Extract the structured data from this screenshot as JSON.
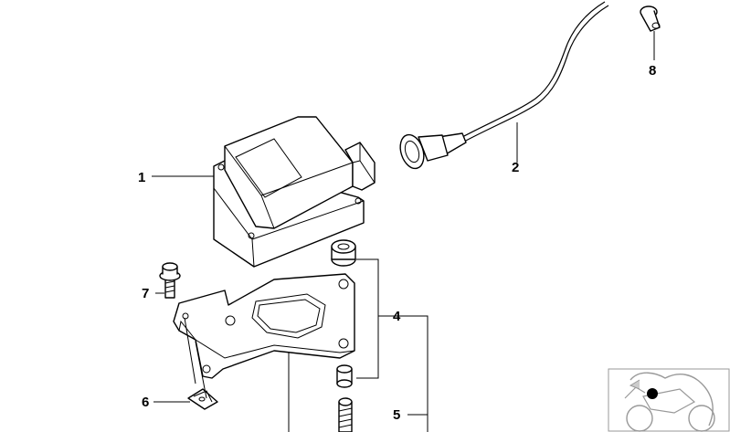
{
  "callouts": {
    "c1": "1",
    "c2": "2",
    "c4": "4",
    "c5": "5",
    "c6": "6",
    "c7": "7",
    "c8": "8"
  },
  "icons": [
    "control-unit",
    "sensor-cable",
    "rubber-grommet",
    "spacer-sleeve",
    "clip-nut",
    "bolt",
    "expanding-rivet",
    "mounting-bracket",
    "motorcycle-thumbnail"
  ],
  "colors": {
    "line": "#000000",
    "background": "#ffffff",
    "thumbnail_frame": "#999999"
  }
}
